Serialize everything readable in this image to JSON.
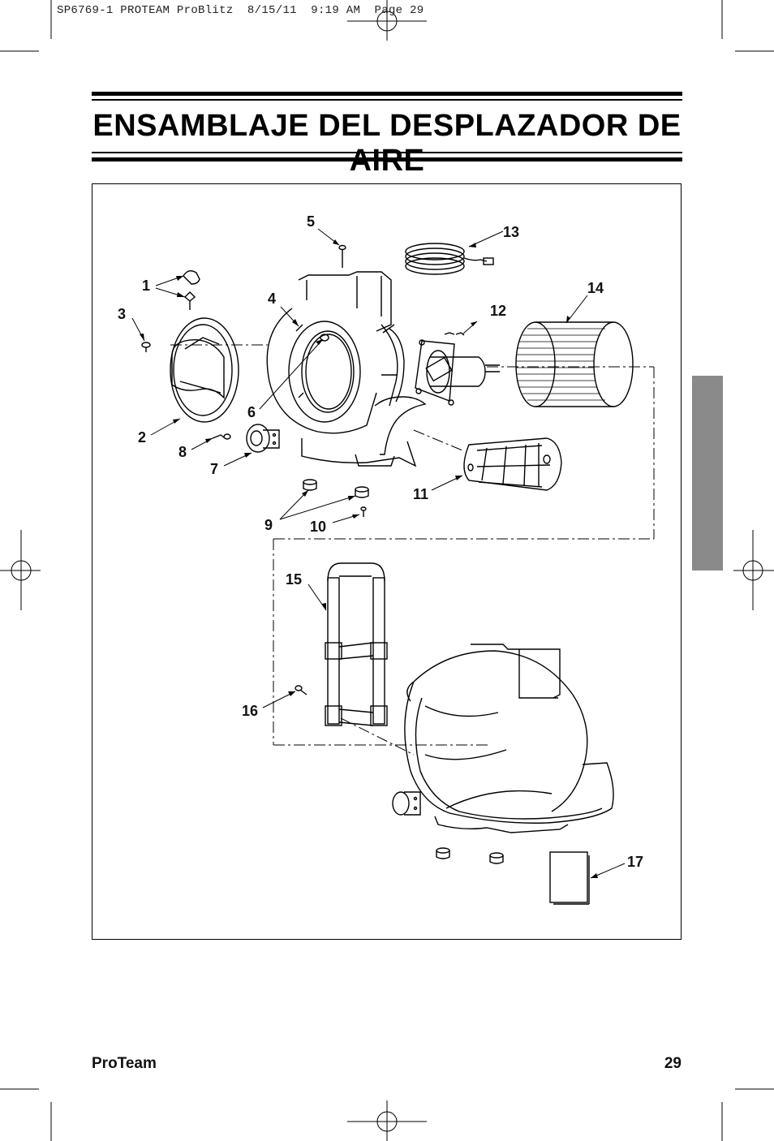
{
  "header": {
    "slug": "SP6769-1 PROTEAM ProBlitz  8/15/11  9:19 AM  Page 29"
  },
  "title": "ENSAMBLAJE DEL DESPLAZADOR DE AIRE",
  "footer": {
    "brand": "ProTeam",
    "page_number": "29"
  },
  "callouts": [
    "1",
    "2",
    "3",
    "4",
    "5",
    "6",
    "7",
    "8",
    "9",
    "10",
    "11",
    "12",
    "13",
    "14",
    "15",
    "16",
    "17"
  ],
  "colors": {
    "ink": "#000000",
    "tab": "#8a8a8a",
    "paper": "#ffffff"
  }
}
